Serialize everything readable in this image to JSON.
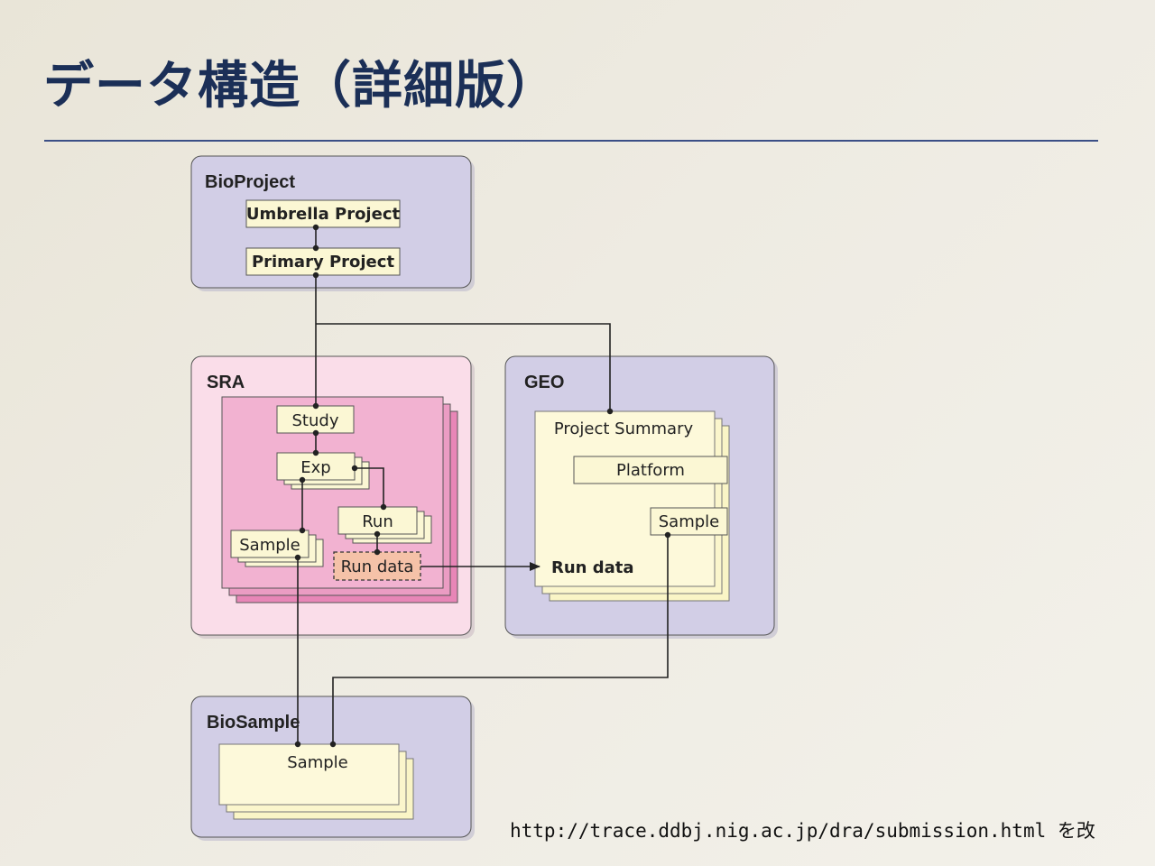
{
  "title": "データ構造（詳細版）",
  "source": "http://trace.ddbj.nig.ac.jp/dra/submission.html を改",
  "colors": {
    "lavender": "#d2cee6",
    "pink_light": "#fadde9",
    "pink_mid": "#f2b2d1",
    "pink_dark": "#e886b7",
    "cream": "#fbf7d4",
    "peach": "#f5c2a8",
    "line": "#222222"
  },
  "groups": {
    "bioproject": "BioProject",
    "sra": "SRA",
    "geo": "GEO",
    "biosample": "BioSample"
  },
  "boxes": {
    "umbrella_project": "Umbrella Project",
    "primary_project": "Primary Project",
    "study": "Study",
    "exp": "Exp",
    "run": "Run",
    "sra_sample": "Sample",
    "run_data": "Run data",
    "project_summary": "Project Summary",
    "platform": "Platform",
    "geo_sample": "Sample",
    "geo_run_data": "Run data",
    "biosample_sample": "Sample"
  }
}
